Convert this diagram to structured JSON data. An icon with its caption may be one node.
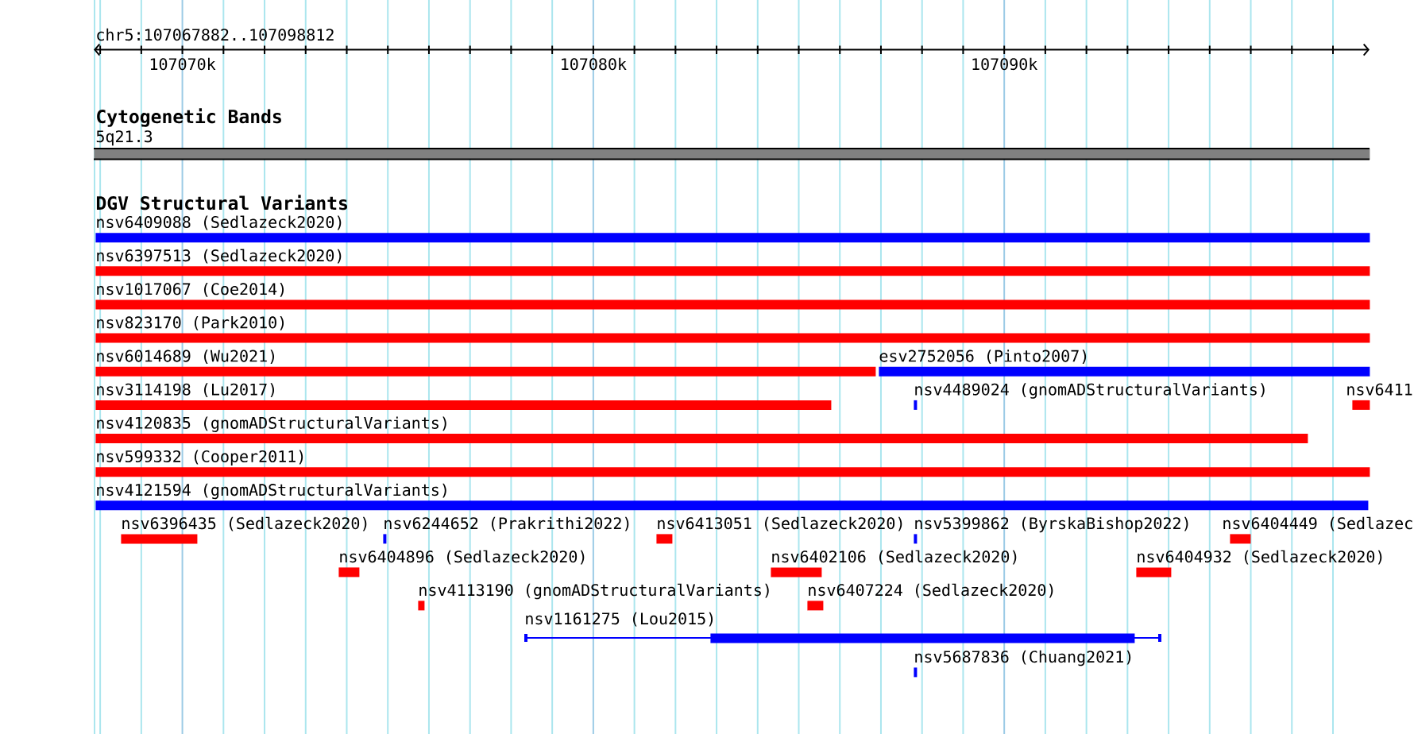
{
  "diagram": {
    "nodes": [
      {
        "text": [
          "5q21.3"
        ]
      },
      {
        "text": [
          "nsv6409088 (Sedlazeck2020)"
        ]
      },
      {
        "text": [
          "nsv6397513 (Sedlazeck2020)"
        ]
      },
      {
        "text": [
          "nsv1017067 (Coe2014)"
        ]
      },
      {
        "text": [
          "nsv823170 (Park2010)"
        ]
      },
      {
        "text": [
          "nsv6014689 (Wu2021)"
        ]
      },
      {
        "text": [
          "esv2752056 (Pinto2007)"
        ]
      },
      {
        "text": [
          "nsv3114198 (Lu2017)"
        ]
      },
      {
        "text": [
          "nsv4489024 (gnomADStructuralVariants)"
        ]
      },
      {
        "text": [
          "nsv6411"
        ]
      },
      {
        "text": [
          "nsv4120835 (gnomADStructuralVariants)"
        ]
      },
      {
        "text": [
          "nsv599332 (Cooper2011)"
        ]
      },
      {
        "text": [
          "nsv4121594 (gnomADStructuralVariants)"
        ]
      },
      {
        "text": [
          "nsv6396435 (Sedlazeck2020)"
        ]
      },
      {
        "text": [
          "nsv6244652 (Prakrithi2022)"
        ]
      },
      {
        "text": [
          "nsv6413051 (Sedlazeck2020)"
        ]
      },
      {
        "text": [
          "nsv5399862 (ByrskaBishop2022)"
        ]
      },
      {
        "text": [
          "nsv6404449 (Sedlazec"
        ]
      },
      {
        "text": [
          "nsv6404896 (Sedlazeck2020)"
        ]
      },
      {
        "text": [
          "nsv6402106 (Sedlazeck2020)"
        ]
      },
      {
        "text": [
          "nsv6404932 (Sedlazeck2020)"
        ]
      },
      {
        "text": [
          "nsv4113190 (gnomADStructuralVariants)"
        ]
      },
      {
        "text": [
          "nsv6407224 (Sedlazeck2020)"
        ]
      },
      {
        "text": [
          "nsv1161275 (Lou2015)"
        ]
      },
      {
        "text": [
          "nsv5687836 (Chuang2021)"
        ]
      }
    ],
    "labels": [
      "chr5:107067882..107098812",
      "107070k",
      "107080k",
      "107090k",
      "Cytogenetic Bands",
      "DGV Structural Variants"
    ]
  }
}
